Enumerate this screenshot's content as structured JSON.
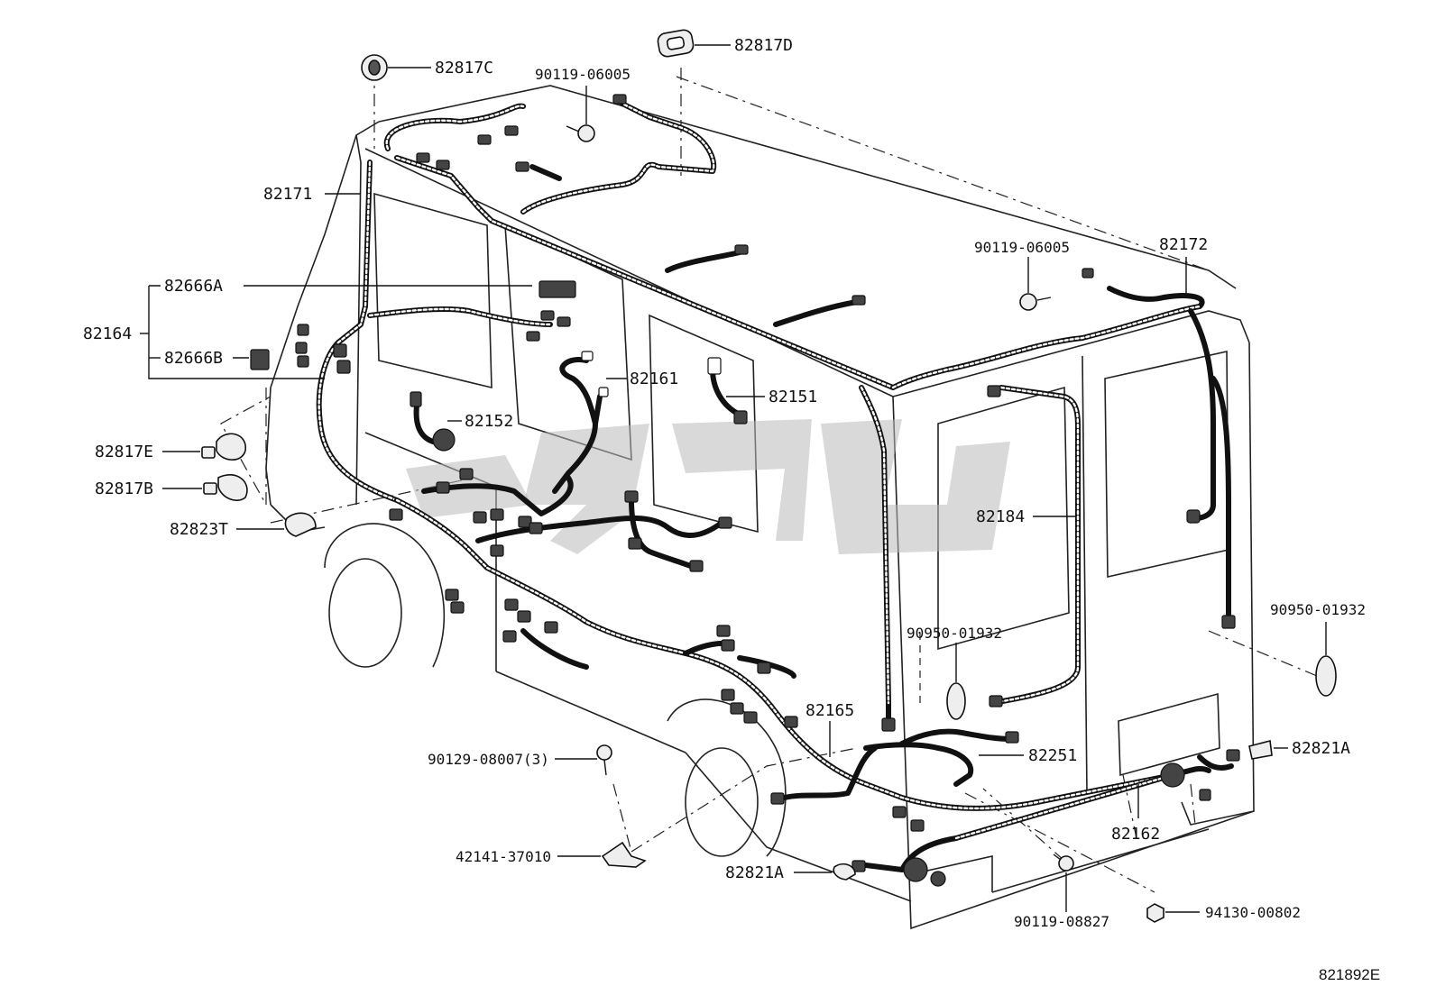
{
  "diagram_ref": "821892E",
  "labels": {
    "p82817C": "82817C",
    "p82817D": "82817D",
    "p90119_06005_top": "90119-06005",
    "p82171": "82171",
    "p82666A": "82666A",
    "p82164": "82164",
    "p82666B": "82666B",
    "p82161": "82161",
    "p82151": "82151",
    "p82152": "82152",
    "p82817E": "82817E",
    "p82817B": "82817B",
    "p82823T": "82823T",
    "p90119_06005_right": "90119-06005",
    "p82172": "82172",
    "p82184": "82184",
    "p90950_01932_mid": "90950-01932",
    "p90950_01932_right": "90950-01932",
    "p82165": "82165",
    "p82251": "82251",
    "p82821A_right": "82821A",
    "p90129_08007": "90129-08007(3)",
    "p82162": "82162",
    "p42141_37010": "42141-37010",
    "p82821A_left": "82821A",
    "p90119_08827": "90119-08827",
    "p94130_00802": "94130-00802"
  }
}
